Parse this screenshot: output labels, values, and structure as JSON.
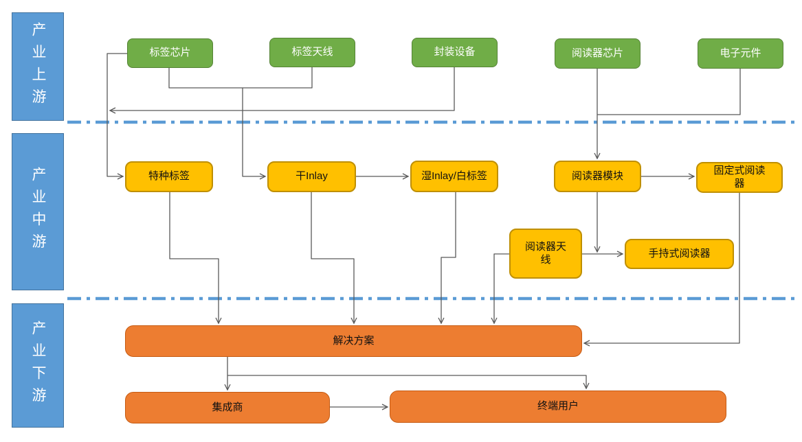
{
  "diagram": {
    "lanes": [
      {
        "label": "产业上游"
      },
      {
        "label": "产业中游"
      },
      {
        "label": "产业下游"
      }
    ],
    "nodes": {
      "tag_chip": {
        "label": "标签芯片"
      },
      "tag_antenna": {
        "label": "标签天线"
      },
      "packaging_equipment": {
        "label": "封装设备"
      },
      "reader_chip": {
        "label": "阅读器芯片"
      },
      "electronic_components": {
        "label": "电子元件"
      },
      "special_tag": {
        "label": "特种标签"
      },
      "dry_inlay": {
        "label": "干Inlay"
      },
      "wet_inlay_white_label": {
        "label": "湿Inlay/白标签"
      },
      "reader_module": {
        "label": "阅读器模块"
      },
      "fixed_reader": {
        "label": "固定式阅读\n器"
      },
      "reader_antenna": {
        "label": "阅读器天\n线"
      },
      "handheld_reader": {
        "label": "手持式阅读器"
      },
      "solution": {
        "label": "解决方案"
      },
      "integrator": {
        "label": "集成商"
      },
      "end_user": {
        "label": "终端用户"
      }
    },
    "colors": {
      "lane_fill": "#5B9BD5",
      "lane_border": "#41719C",
      "upstream_fill": "#70AD47",
      "upstream_border": "#548235",
      "midstream_fill": "#FFC000",
      "midstream_border": "#BF8F00",
      "downstream_fill": "#ED7D31",
      "downstream_border": "#C55A11",
      "connector": "#595959",
      "divider": "#5B9BD5"
    }
  }
}
